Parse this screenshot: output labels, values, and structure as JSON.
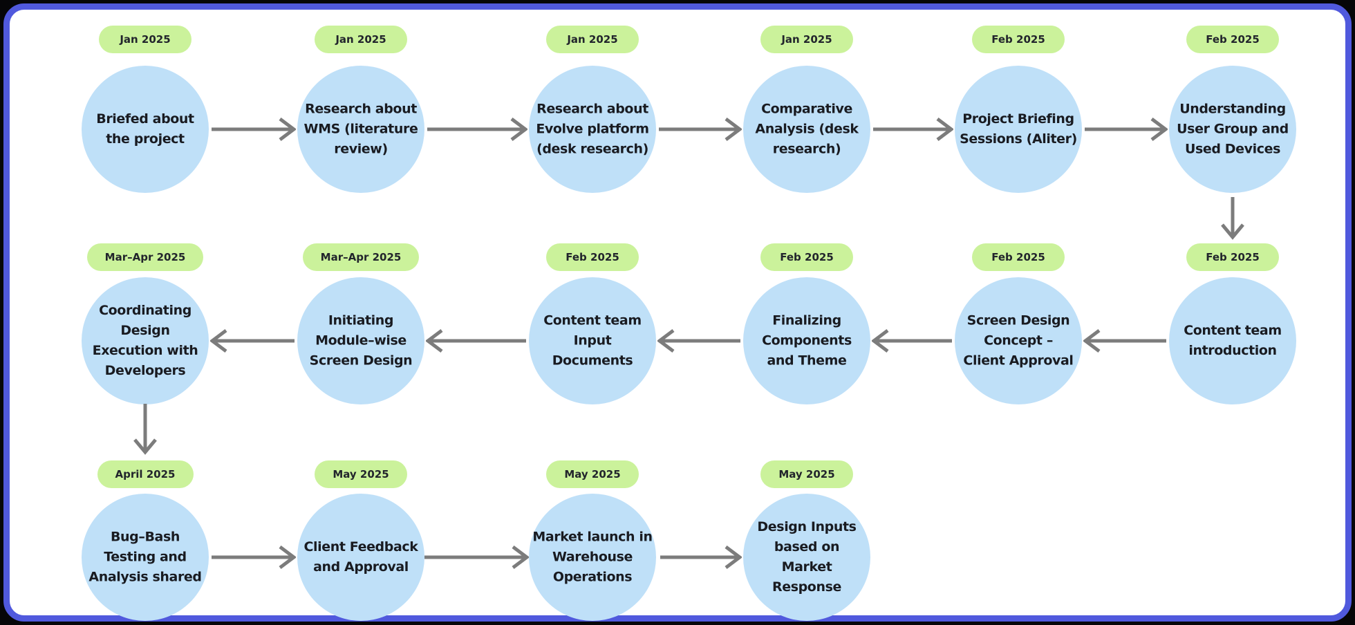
{
  "diagram": {
    "type": "flowchart-timeline",
    "description": "Project timeline flowchart with date badges and step circles connected by arrows",
    "colors": {
      "panel_background": "#FFFFFF",
      "outer_background": "#000000",
      "frame_border": "#5059DD",
      "circle_fill": "#BFE0F8",
      "badge_fill": "#CBF29B",
      "arrow": "#7C7C7C",
      "text": "#191B21"
    },
    "nodes": [
      {
        "date": "Jan 2025",
        "title": "Briefed about\nthe project"
      },
      {
        "date": "Jan 2025",
        "title": "Research about\nWMS (literature\nreview)"
      },
      {
        "date": "Jan 2025",
        "title": "Research about\nEvolve platform\n(desk research)"
      },
      {
        "date": "Jan 2025",
        "title": "Comparative\nAnalysis (desk\nresearch)"
      },
      {
        "date": "Feb 2025",
        "title": "Project Briefing\nSessions (Aliter)"
      },
      {
        "date": "Feb 2025",
        "title": "Understanding\nUser Group and\nUsed Devices"
      },
      {
        "date": "Feb 2025",
        "title": "Content team\nintroduction"
      },
      {
        "date": "Feb 2025",
        "title": "Screen Design\nConcept –\nClient Approval"
      },
      {
        "date": "Feb 2025",
        "title": "Finalizing\nComponents\nand Theme"
      },
      {
        "date": "Feb 2025",
        "title": "Content team\nInput\nDocuments"
      },
      {
        "date": "Mar–Apr 2025",
        "title": "Initiating\nModule–wise\nScreen Design"
      },
      {
        "date": "Mar–Apr 2025",
        "title": "Coordinating\nDesign\nExecution with\nDevelopers"
      },
      {
        "date": "April 2025",
        "title": "Bug–Bash\nTesting and\nAnalysis shared"
      },
      {
        "date": "May 2025",
        "title": "Client Feedback\nand Approval"
      },
      {
        "date": "May 2025",
        "title": "Market launch in\nWarehouse\nOperations"
      },
      {
        "date": "May 2025",
        "title": "Design Inputs\nbased on\nMarket\nResponse"
      }
    ]
  }
}
